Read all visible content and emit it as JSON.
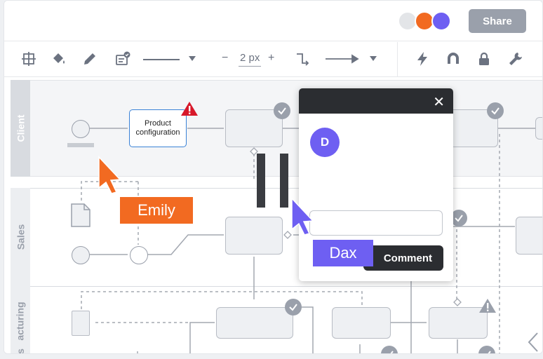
{
  "header": {
    "share_label": "Share",
    "collaborator_colors": [
      "#e3e5e8",
      "#f26a21",
      "#6e5ff2"
    ]
  },
  "toolbar": {
    "line_width": "2 px",
    "minus": "−",
    "plus": "+",
    "tools_left": [
      "frame-icon",
      "fill-bucket-icon",
      "pencil-icon",
      "note-check-icon"
    ],
    "tools_right": [
      "lightning-icon",
      "magnet-icon",
      "lock-icon",
      "wrench-icon"
    ]
  },
  "diagram": {
    "lanes": [
      "Client",
      "Sales",
      "acturing",
      "s"
    ],
    "process_box_label": "Product\nconfiguration"
  },
  "cursors": [
    {
      "name": "Emily",
      "color": "#f26a21"
    },
    {
      "name": "Dax",
      "color": "#6e5ff2"
    }
  ],
  "comment_popup": {
    "avatar_initial": "D",
    "input_value": "",
    "submit_label": "Comment",
    "close_glyph": "✕"
  },
  "colors": {
    "accent_blue": "#3a82d6",
    "warning_red": "#d7182a",
    "dark": "#2b2d31"
  }
}
